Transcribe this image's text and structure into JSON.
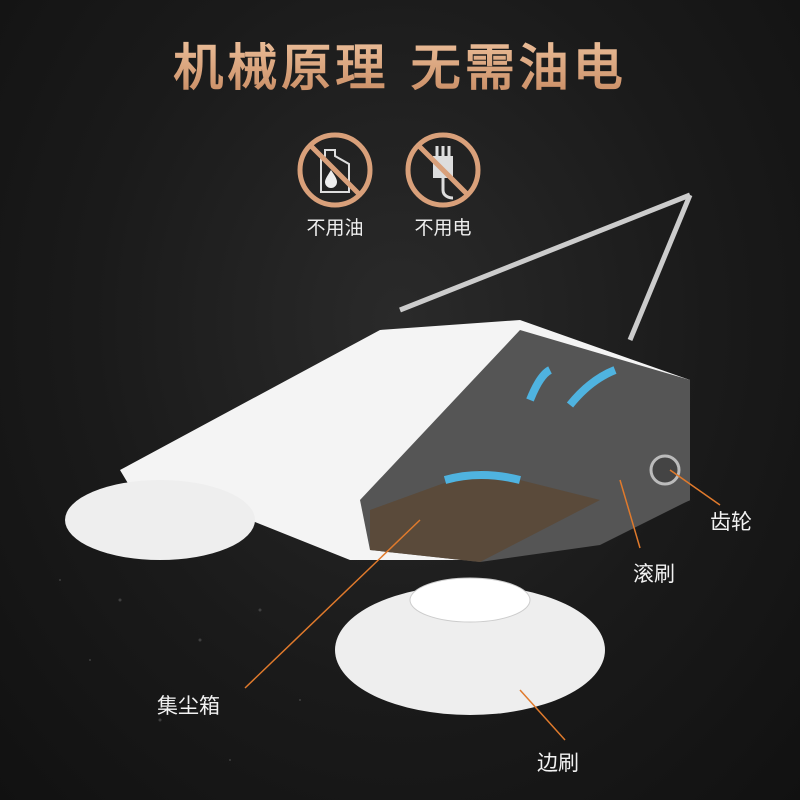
{
  "headline": "机械原理 无需油电",
  "features": [
    {
      "icon": "no-oil-icon",
      "label": "不用油"
    },
    {
      "icon": "no-electricity-icon",
      "label": "不用电"
    }
  ],
  "callouts": {
    "gear": "齿轮",
    "roller_brush": "滚刷",
    "dust_box": "集尘箱",
    "side_brush": "边刷"
  },
  "colors": {
    "accent": "#d9a47e",
    "leader_line": "#e07a2c",
    "flow_arrow": "#4fb3e0"
  }
}
